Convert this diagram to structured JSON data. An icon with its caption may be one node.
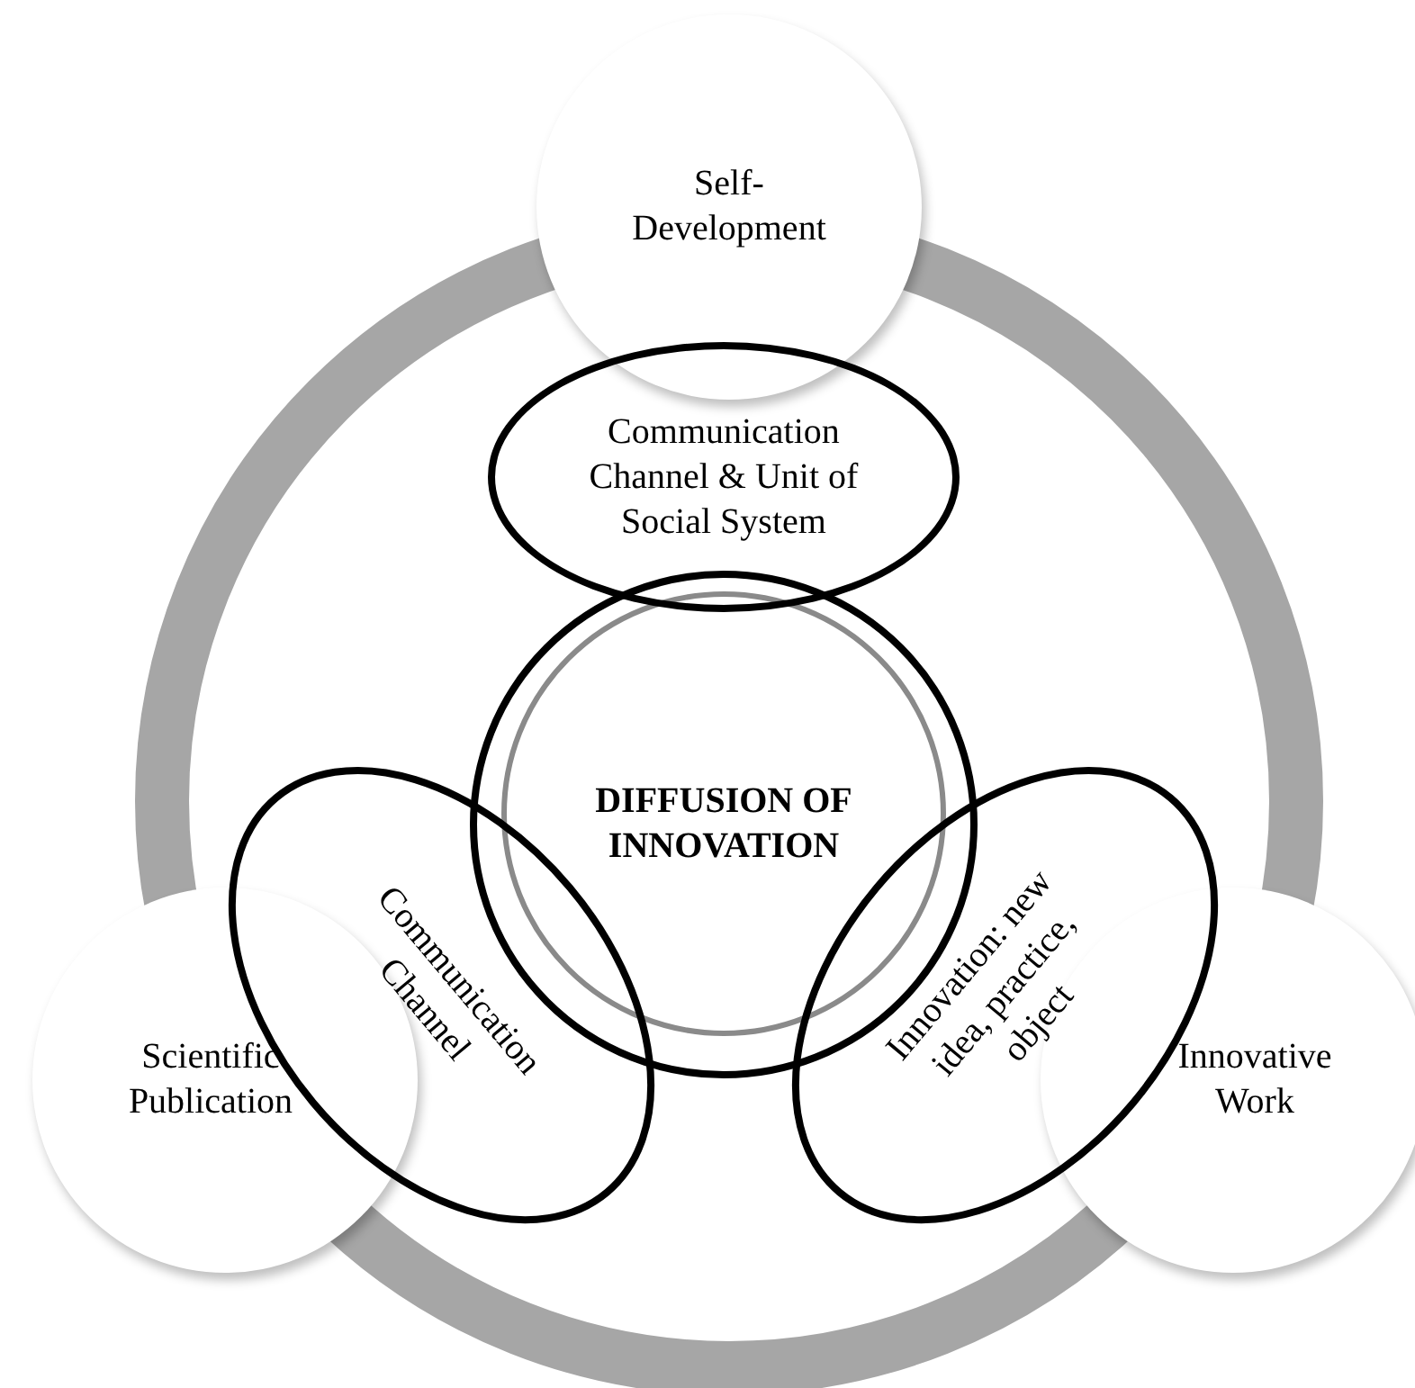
{
  "diagram": {
    "nodes": [
      {
        "text": [
          "Self- Development"
        ]
      },
      {
        "text": [
          "Communication Channel & Unit of Social System"
        ]
      },
      {
        "text": [
          "DIFFUSION OF INNOVATION"
        ]
      },
      {
        "text": [
          "Communication Channel"
        ]
      },
      {
        "text": [
          "Innovation: new idea, practice, object"
        ]
      },
      {
        "text": [
          "Scientific Publication"
        ]
      },
      {
        "text": [
          "Innovative Work"
        ]
      }
    ]
  }
}
